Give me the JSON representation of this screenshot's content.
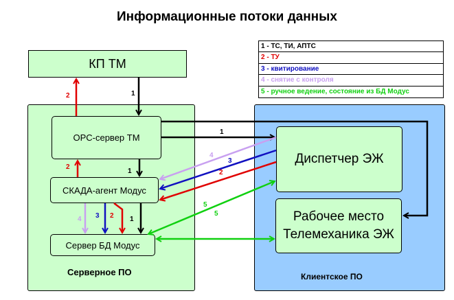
{
  "title": "Информационные потоки данных",
  "legend": [
    {
      "text": "1 - ТС, ТИ, АПТС",
      "color": "#000000"
    },
    {
      "text": "2 - ТУ",
      "color": "#e00000"
    },
    {
      "text": "3 - квитирование",
      "color": "#1010c0"
    },
    {
      "text": "4 - снятие с контроля",
      "color": "#c8a0f0"
    },
    {
      "text": "5 - ручное ведение, состояние из БД Модус",
      "color": "#10d010"
    }
  ],
  "nodes": {
    "kp_tm": "КП ТМ",
    "opc_server": "OPC-сервер ТМ",
    "scada_agent": "СКАДА-агент Модус",
    "db_server": "Сервер БД Модус",
    "dispatcher": "Диспетчер ЭЖ",
    "workstation": "Рабочее место Телемеханика ЭЖ"
  },
  "panels": {
    "server": "Серверное ПО",
    "client": "Клиентское ПО"
  },
  "edge_labels": {
    "kp_to_opc": "1",
    "opc_to_kp": "2",
    "opc_to_dispatcher": "1",
    "opc_to_agent": "1",
    "agent_to_opc": "2",
    "dispatcher_to_agent_4": "4",
    "dispatcher_to_agent_3": "3",
    "dispatcher_to_agent_2": "2",
    "agent_to_db_4": "4",
    "agent_to_db_3": "3",
    "agent_to_db_2": "2",
    "agent_to_db_1": "1",
    "dispatcher_db_5": "5",
    "workstation_db_5": "5"
  },
  "colors": {
    "black": "#000000",
    "red": "#e00000",
    "blue": "#1010c0",
    "violet": "#c8a0f0",
    "green": "#10d010",
    "node_fill": "#ccffcc",
    "server_panel": "#ccffcc",
    "client_panel": "#99ccff"
  }
}
